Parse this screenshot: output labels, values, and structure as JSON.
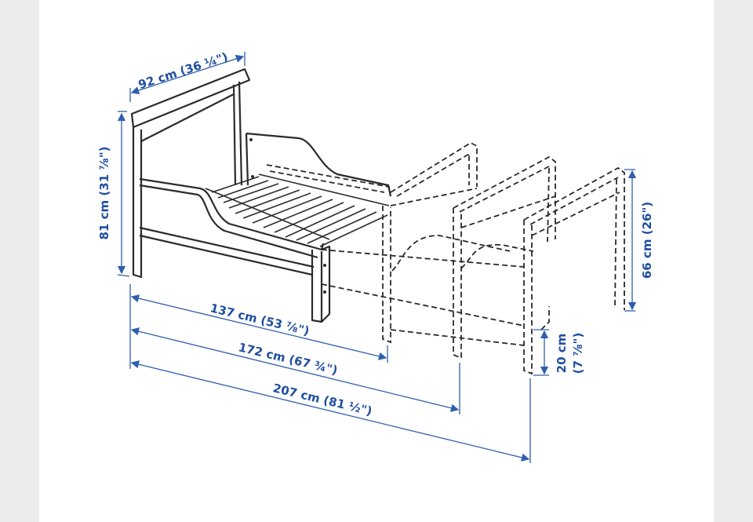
{
  "diagram": {
    "dimensions": {
      "width": "92 cm (36 ¼\")",
      "height": "81 cm (31 ⅞\")",
      "length_short": "137 cm (53 ⅞\")",
      "length_medium": "172 cm (67 ¾\")",
      "length_long": "207 cm (81 ½\")",
      "end_height": "66 cm (26\")",
      "clearance_cm": "20 cm",
      "clearance_in": "(7 ⅞\")"
    },
    "colors": {
      "dimension": "#1f4fa0",
      "line": "#2b2b2b",
      "background": "#ececec"
    }
  }
}
